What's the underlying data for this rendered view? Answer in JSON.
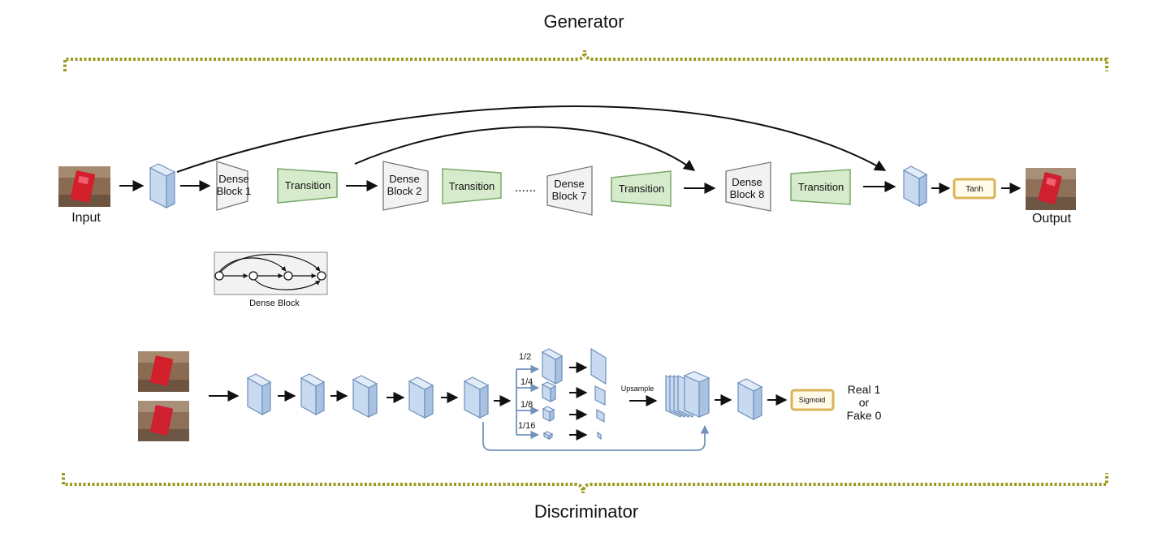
{
  "labels": {
    "generator": "Generator",
    "discriminator": "Discriminator",
    "input": "Input",
    "output": "Output",
    "dense_block_caption": "Dense Block",
    "upsample": "Upsample",
    "real_line1": "Real 1",
    "real_line2": "or",
    "real_line3": "Fake 0",
    "dots": "......"
  },
  "generator_blocks": [
    {
      "kind": "dense",
      "line1": "Dense",
      "line2": "Block 1"
    },
    {
      "kind": "transition",
      "text": "Transition"
    },
    {
      "kind": "dense",
      "line1": "Dense",
      "line2": "Block 2"
    },
    {
      "kind": "transition",
      "text": "Transition"
    },
    {
      "kind": "dense",
      "line1": "Dense",
      "line2": "Block 7"
    },
    {
      "kind": "transition",
      "text": "Transition"
    },
    {
      "kind": "dense",
      "line1": "Dense",
      "line2": "Block 8"
    },
    {
      "kind": "transition",
      "text": "Transition"
    }
  ],
  "activations": {
    "tanh": "Tanh",
    "sigmoid": "Sigmoid"
  },
  "pyramid_scales": [
    "1/2",
    "1/4",
    "1/8",
    "1/16"
  ],
  "colors": {
    "brace": "#9a9a1e",
    "cube": "#c8daf0",
    "transition": "#d6ebcb",
    "dense": "#f2f2f2",
    "activation_border": "#d9b35a",
    "skip_arrow": "#7393bb"
  }
}
